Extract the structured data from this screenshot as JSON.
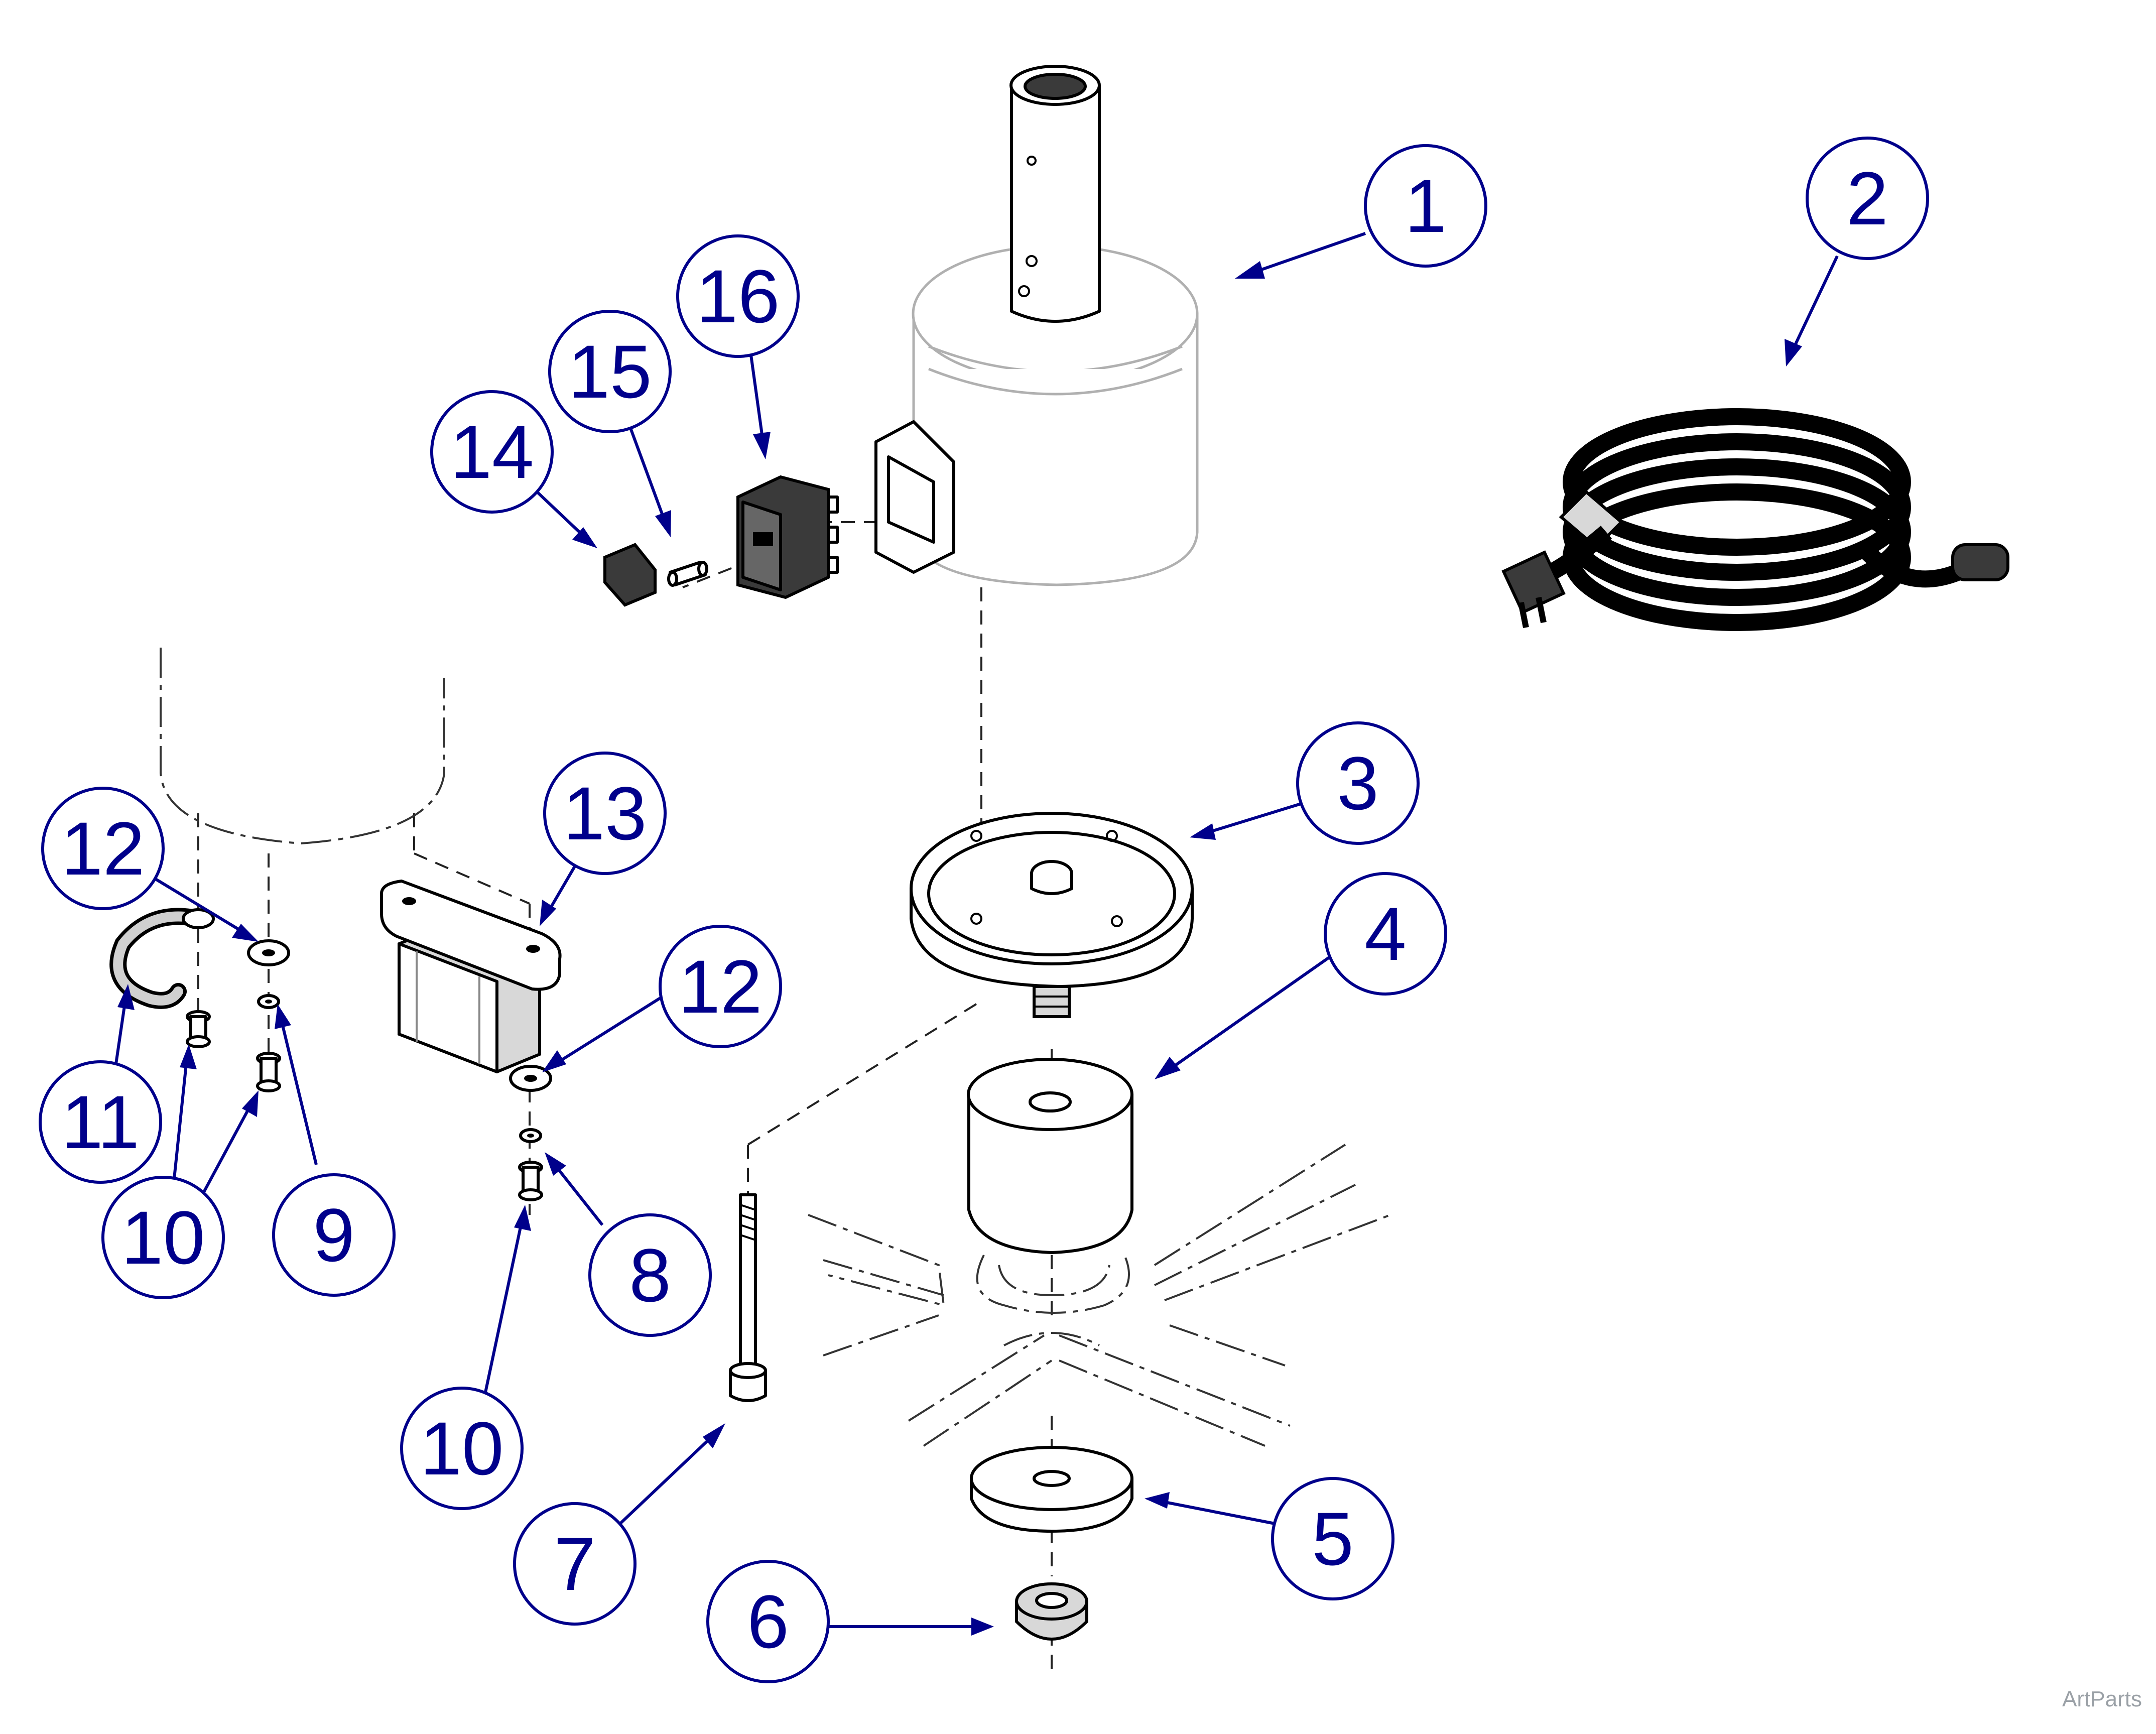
{
  "callouts": [
    {
      "id": "1",
      "label": "1"
    },
    {
      "id": "2",
      "label": "2"
    },
    {
      "id": "3",
      "label": "3"
    },
    {
      "id": "4",
      "label": "4"
    },
    {
      "id": "5",
      "label": "5"
    },
    {
      "id": "6",
      "label": "6"
    },
    {
      "id": "7",
      "label": "7"
    },
    {
      "id": "8",
      "label": "8"
    },
    {
      "id": "9",
      "label": "9"
    },
    {
      "id": "10a",
      "label": "10"
    },
    {
      "id": "10b",
      "label": "10"
    },
    {
      "id": "11",
      "label": "11"
    },
    {
      "id": "12a",
      "label": "12"
    },
    {
      "id": "12b",
      "label": "12"
    },
    {
      "id": "13",
      "label": "13"
    },
    {
      "id": "14",
      "label": "14"
    },
    {
      "id": "15",
      "label": "15"
    },
    {
      "id": "16",
      "label": "16"
    }
  ],
  "watermark": "ArtParts",
  "colors": {
    "callout": "#00008b",
    "line": "#000000"
  }
}
